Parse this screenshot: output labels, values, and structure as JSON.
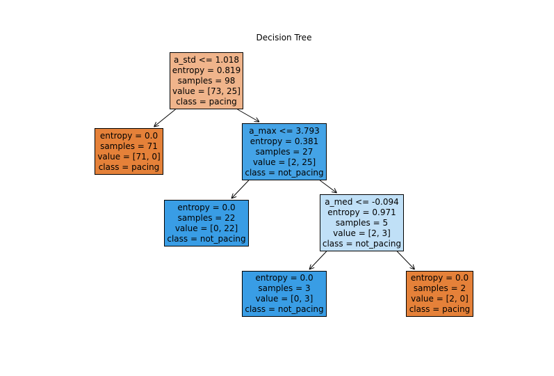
{
  "title": "Decision Tree",
  "colors": {
    "pacing_strong": "#e58139",
    "pacing_light": "#f0b48b",
    "not_pacing_strong": "#399de5",
    "not_pacing_mid": "#44a3e6",
    "not_pacing_light": "#c0e0f7",
    "edge": "#000000"
  },
  "nodes": [
    {
      "id": "n0",
      "lines": [
        "a_std <= 1.018",
        "entropy = 0.819",
        "samples = 98",
        "value = [73, 25]",
        "class = pacing"
      ],
      "fill": "pacing_light"
    },
    {
      "id": "n1",
      "lines": [
        "entropy = 0.0",
        "samples = 71",
        "value = [71, 0]",
        "class = pacing"
      ],
      "fill": "pacing_strong"
    },
    {
      "id": "n2",
      "lines": [
        "a_max <= 3.793",
        "entropy = 0.381",
        "samples = 27",
        "value = [2, 25]",
        "class = not_pacing"
      ],
      "fill": "not_pacing_mid"
    },
    {
      "id": "n3",
      "lines": [
        "entropy = 0.0",
        "samples = 22",
        "value = [0, 22]",
        "class = not_pacing"
      ],
      "fill": "not_pacing_strong"
    },
    {
      "id": "n4",
      "lines": [
        "a_med <= -0.094",
        "entropy = 0.971",
        "samples = 5",
        "value = [2, 3]",
        "class = not_pacing"
      ],
      "fill": "not_pacing_light"
    },
    {
      "id": "n5",
      "lines": [
        "entropy = 0.0",
        "samples = 3",
        "value = [0, 3]",
        "class = not_pacing"
      ],
      "fill": "not_pacing_strong"
    },
    {
      "id": "n6",
      "lines": [
        "entropy = 0.0",
        "samples = 2",
        "value = [2, 0]",
        "class = pacing"
      ],
      "fill": "pacing_strong"
    }
  ],
  "edges": [
    {
      "from": "n0",
      "to": "n1"
    },
    {
      "from": "n0",
      "to": "n2"
    },
    {
      "from": "n2",
      "to": "n3"
    },
    {
      "from": "n2",
      "to": "n4"
    },
    {
      "from": "n4",
      "to": "n5"
    },
    {
      "from": "n4",
      "to": "n6"
    }
  ]
}
